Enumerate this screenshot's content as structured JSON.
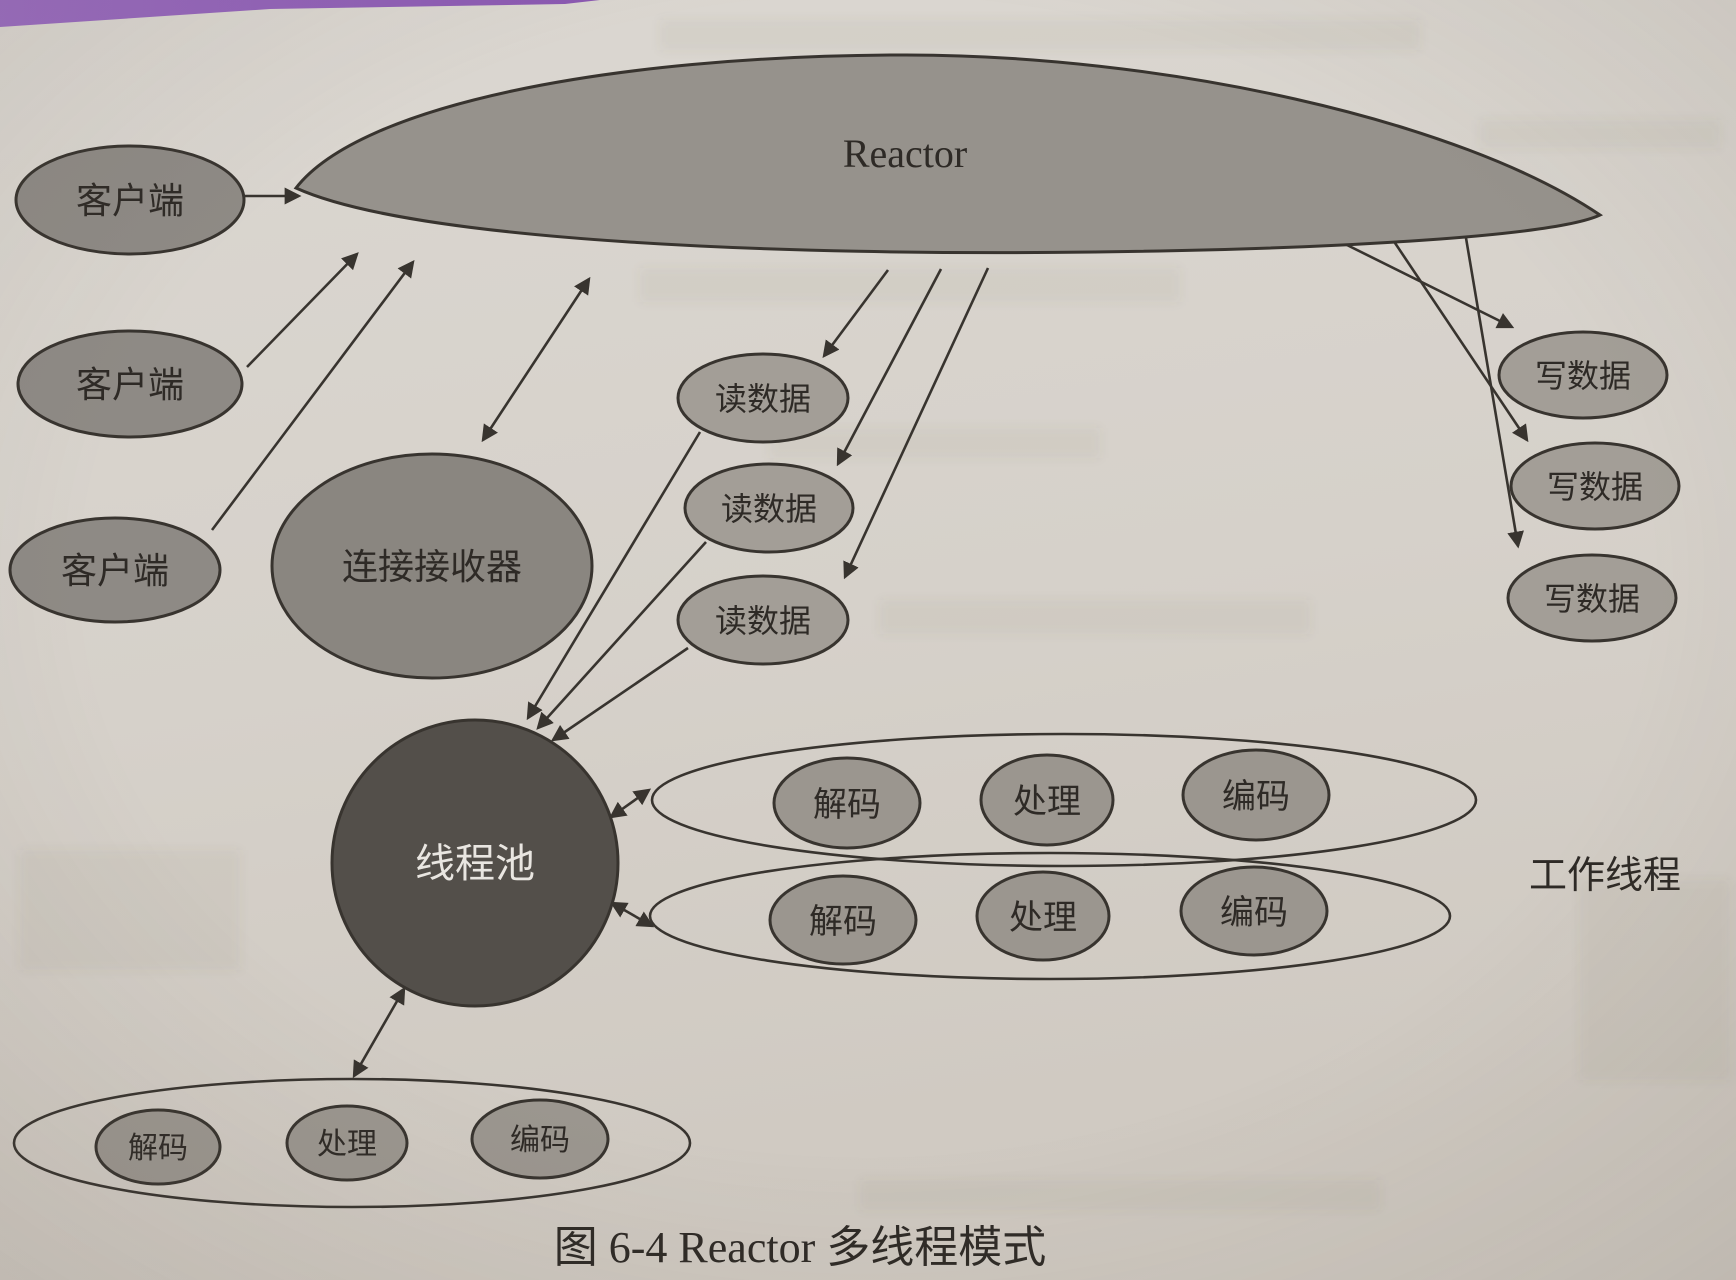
{
  "figure": {
    "caption": "图 6-4  Reactor 多线程模式",
    "worker_group_label": "工作线程"
  },
  "nodes": {
    "reactor": {
      "label": "Reactor"
    },
    "clients": [
      {
        "label": "客户端"
      },
      {
        "label": "客户端"
      },
      {
        "label": "客户端"
      }
    ],
    "acceptor": {
      "label": "连接接收器"
    },
    "read_handlers": [
      {
        "label": "读数据"
      },
      {
        "label": "读数据"
      },
      {
        "label": "读数据"
      }
    ],
    "write_handlers": [
      {
        "label": "写数据"
      },
      {
        "label": "写数据"
      },
      {
        "label": "写数据"
      }
    ],
    "thread_pool": {
      "label": "线程池"
    },
    "worker_rows": [
      {
        "steps": [
          {
            "label": "解码"
          },
          {
            "label": "处理"
          },
          {
            "label": "编码"
          }
        ]
      },
      {
        "steps": [
          {
            "label": "解码"
          },
          {
            "label": "处理"
          },
          {
            "label": "编码"
          }
        ]
      }
    ],
    "detached_worker_row": {
      "steps": [
        {
          "label": "解码"
        },
        {
          "label": "处理"
        },
        {
          "label": "编码"
        }
      ]
    }
  },
  "colors": {
    "paper": "#d6d1ca",
    "reactor_fill": "#96928c",
    "client_fill": "#8e8a85",
    "acceptor_fill": "#8a8680",
    "handler_fill": "#a39e97",
    "worker_fill": "#9b968f",
    "thread_pool_fill": "#534f4a",
    "thread_pool_text": "#e9e6e1",
    "outline": "#38342f",
    "text": "#2e2a26",
    "page_edge": "#8f61b6"
  }
}
